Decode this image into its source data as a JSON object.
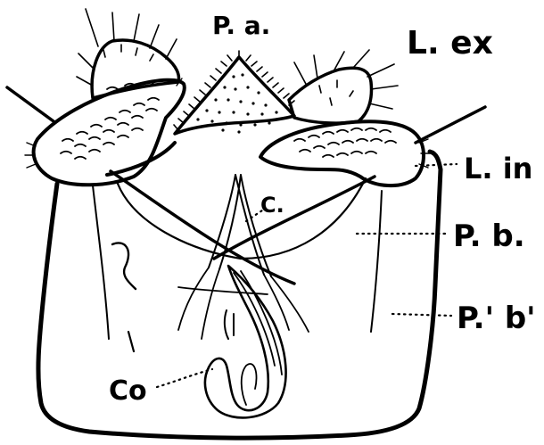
{
  "labels": {
    "pa": "P. a.",
    "lex": "L. ex",
    "lin": "L. in",
    "c": "C.",
    "pb": "P. b.",
    "pbp": "P.' b'",
    "co": "Co"
  }
}
